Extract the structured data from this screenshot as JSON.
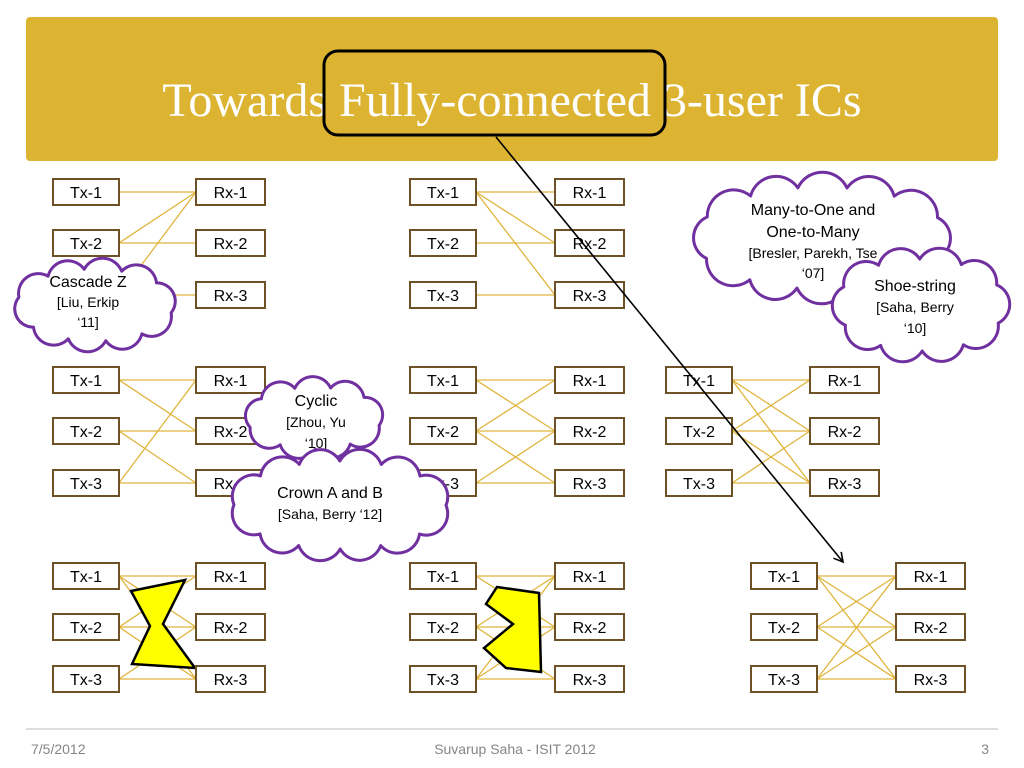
{
  "title": "Towards Fully-connected 3-user ICs",
  "colors": {
    "banner": "#DDB431",
    "title_text": "#FFFFFF",
    "highlight": "#000000",
    "link": "#E0B43C",
    "box_border": "#6E5127",
    "cloud_border": "#7030A0",
    "marker_fill": "#FFFF00",
    "footer_text": "#858585",
    "footer_rule": "#BDBDBD"
  },
  "diagrams": [
    {
      "tx": [
        "Tx-1",
        "Tx-2",
        null
      ],
      "rx": [
        "Rx-1",
        "Rx-2",
        "Rx-3"
      ],
      "links": [
        [
          0,
          0
        ],
        [
          1,
          0
        ],
        [
          1,
          1
        ],
        [
          2,
          0
        ],
        [
          2,
          2
        ]
      ]
    },
    {
      "tx": [
        "Tx-1",
        "Tx-2",
        "Tx-3"
      ],
      "rx": [
        "Rx-1",
        "Rx-2",
        "Rx-3"
      ],
      "links": [
        [
          0,
          0
        ],
        [
          0,
          1
        ],
        [
          0,
          2
        ],
        [
          1,
          1
        ],
        [
          2,
          2
        ]
      ]
    },
    {
      "tx": [
        "Tx-1",
        "Tx-2",
        "Tx-3"
      ],
      "rx": [
        "Rx-1",
        "Rx-2",
        "Rx-3"
      ],
      "links": [
        [
          0,
          0
        ],
        [
          1,
          1
        ],
        [
          2,
          2
        ],
        [
          0,
          1
        ],
        [
          1,
          2
        ],
        [
          2,
          0
        ]
      ]
    },
    {
      "tx": [
        "Tx-1",
        "Tx-2",
        "Tx-3"
      ],
      "rx": [
        "Rx-1",
        "Rx-2",
        "Rx-3"
      ],
      "links": [
        [
          0,
          0
        ],
        [
          1,
          1
        ],
        [
          2,
          2
        ],
        [
          0,
          1
        ],
        [
          1,
          0
        ],
        [
          1,
          2
        ],
        [
          2,
          1
        ]
      ]
    },
    {
      "tx": [
        "Tx-1",
        "Tx-2",
        "Tx-3"
      ],
      "rx": [
        "Rx-1",
        "Rx-2",
        "Rx-3"
      ],
      "links": [
        [
          0,
          0
        ],
        [
          1,
          1
        ],
        [
          2,
          2
        ],
        [
          0,
          1
        ],
        [
          1,
          0
        ],
        [
          1,
          2
        ],
        [
          2,
          1
        ],
        [
          0,
          2
        ]
      ]
    },
    {
      "tx": [
        "Tx-1",
        "Tx-2",
        "Tx-3"
      ],
      "rx": [
        "Rx-1",
        "Rx-2",
        "Rx-3"
      ],
      "links": [
        [
          0,
          0
        ],
        [
          1,
          1
        ],
        [
          2,
          2
        ],
        [
          0,
          1
        ],
        [
          1,
          0
        ],
        [
          1,
          2
        ],
        [
          2,
          1
        ],
        [
          0,
          2
        ]
      ],
      "marker": "zigzag"
    },
    {
      "tx": [
        "Tx-1",
        "Tx-2",
        "Tx-3"
      ],
      "rx": [
        "Rx-1",
        "Rx-2",
        "Rx-3"
      ],
      "links": [
        [
          0,
          0
        ],
        [
          1,
          1
        ],
        [
          2,
          2
        ],
        [
          0,
          1
        ],
        [
          1,
          0
        ],
        [
          1,
          2
        ],
        [
          2,
          1
        ],
        [
          2,
          0
        ]
      ],
      "marker": "zigzag"
    },
    {
      "tx": [
        "Tx-1",
        "Tx-2",
        "Tx-3"
      ],
      "rx": [
        "Rx-1",
        "Rx-2",
        "Rx-3"
      ],
      "links": [
        [
          0,
          0
        ],
        [
          0,
          1
        ],
        [
          0,
          2
        ],
        [
          1,
          0
        ],
        [
          1,
          1
        ],
        [
          1,
          2
        ],
        [
          2,
          0
        ],
        [
          2,
          1
        ],
        [
          2,
          2
        ]
      ]
    }
  ],
  "clouds": [
    {
      "title": [
        "Cascade Z"
      ],
      "citation": [
        "[Liu, Erkip",
        "‘11]"
      ]
    },
    {
      "title": [
        "Many-to-One and",
        "One-to-Many"
      ],
      "citation": [
        "[Bresler, Parekh, Tse",
        "‘07]"
      ]
    },
    {
      "title": [
        "Shoe-string"
      ],
      "citation": [
        "[Saha, Berry",
        "‘10]"
      ]
    },
    {
      "title": [
        "Cyclic"
      ],
      "citation": [
        "[Zhou, Yu",
        "‘10]"
      ]
    },
    {
      "title": [
        "Crown A and B"
      ],
      "citation": [
        "[Saha, Berry ‘12]"
      ]
    }
  ],
  "footer": {
    "date": "7/5/2012",
    "center": "Suvarup Saha - ISIT 2012",
    "page": "3"
  }
}
